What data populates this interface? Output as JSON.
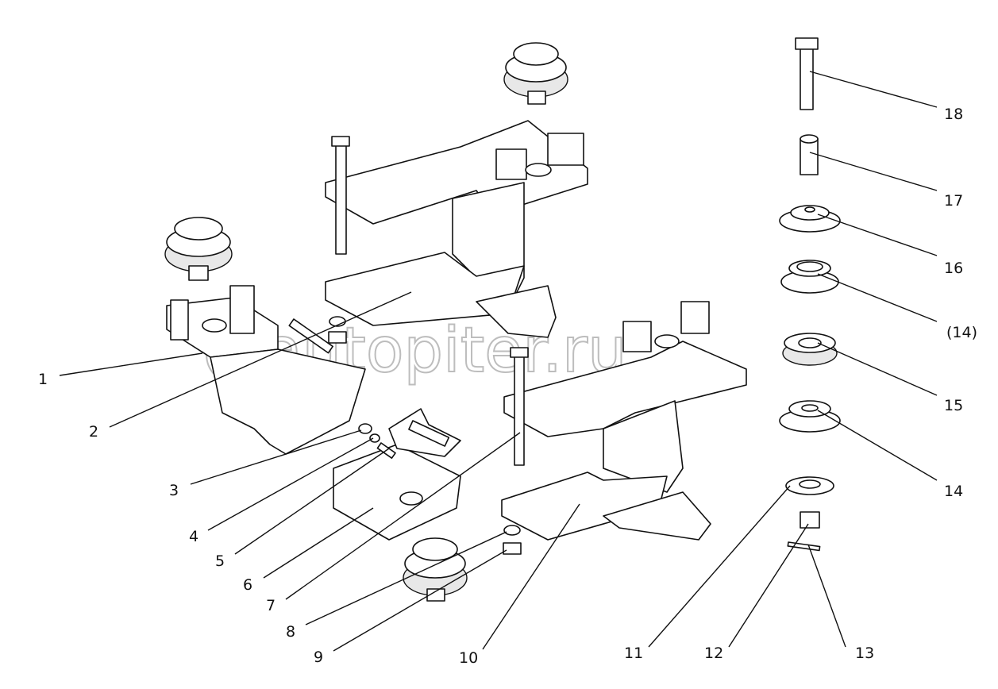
{
  "diagram": {
    "watermark": "@autopiter.ru",
    "callouts": [
      {
        "id": "1",
        "label": "1"
      },
      {
        "id": "2",
        "label": "2"
      },
      {
        "id": "3",
        "label": "3"
      },
      {
        "id": "4",
        "label": "4"
      },
      {
        "id": "5",
        "label": "5"
      },
      {
        "id": "6",
        "label": "6"
      },
      {
        "id": "7",
        "label": "7"
      },
      {
        "id": "8",
        "label": "8"
      },
      {
        "id": "9",
        "label": "9"
      },
      {
        "id": "10",
        "label": "10"
      },
      {
        "id": "11",
        "label": "11"
      },
      {
        "id": "12",
        "label": "12"
      },
      {
        "id": "13",
        "label": "13"
      },
      {
        "id": "14",
        "label": "14"
      },
      {
        "id": "15",
        "label": "15"
      },
      {
        "id": "14b",
        "label": "(14)"
      },
      {
        "id": "16",
        "label": "16"
      },
      {
        "id": "17",
        "label": "17"
      },
      {
        "id": "18",
        "label": "18"
      }
    ]
  }
}
